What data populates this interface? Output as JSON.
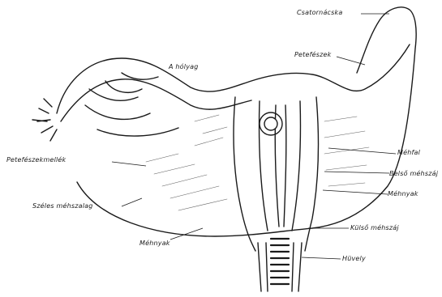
{
  "labels": {
    "top_right": "Csatornácska",
    "upper_right": "Petefészek",
    "upper_center": "A hólyag",
    "left_upper": "Petefészekmellék",
    "left_lower": "Széles méhszalag",
    "right_1": "Méhfal",
    "right_2": "Belső méhszáj",
    "right_3": "Méhnyak",
    "right_4": "Külső méhszáj",
    "right_5": "Hüvely",
    "bottom_center": "Méhnyak"
  },
  "colors": {
    "ink": "#1a1a1a",
    "background": "#ffffff"
  }
}
